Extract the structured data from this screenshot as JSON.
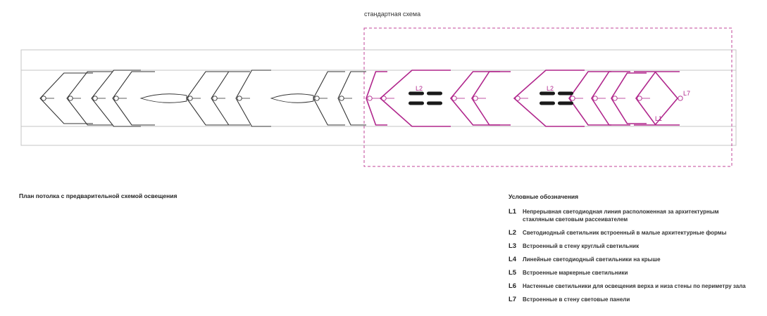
{
  "scheme_label": "стандартная схема",
  "plan_caption": "План потолка с предварительной схемой освещения",
  "plan_labels": {
    "l2_left": "L2",
    "l2_right": "L2",
    "l7": "L7",
    "l1": "L1"
  },
  "legend": {
    "title": "Условные обозначения",
    "items": [
      {
        "code": "L1",
        "text": "Непрерывная светодиодная линия расположенная за архитектурным стакляным световым рассеивателем"
      },
      {
        "code": "L2",
        "text": "Светодиодный светильник встроенный в малые архитектурные формы"
      },
      {
        "code": "L3",
        "text": "Встроенный в стену круглый светильник"
      },
      {
        "code": "L4",
        "text": "Линейные светодиодный светильники на крыше"
      },
      {
        "code": "L5",
        "text": "Встроенные маркерные светильники"
      },
      {
        "code": "L6",
        "text": "Настенные светильники для освещения  верха и низа стены по периметру зала"
      },
      {
        "code": "L7",
        "text": "Встроенные в стену световые панели"
      }
    ]
  },
  "colors": {
    "plan_line": "#333333",
    "lighting": "#b0268c",
    "frame": "#bbbbbb"
  }
}
